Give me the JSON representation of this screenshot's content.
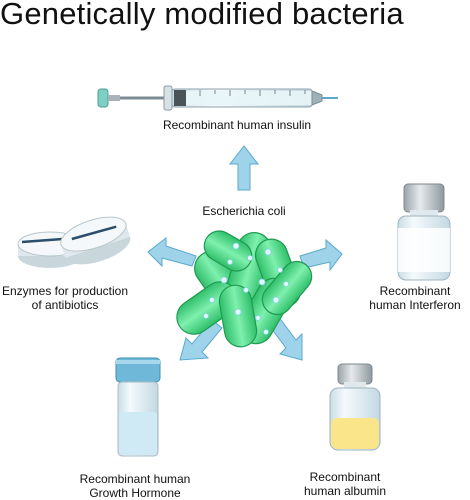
{
  "title": "Genetically modified bacteria",
  "center": {
    "label": "Escherichia coli",
    "icon": "bacteria-cluster-icon",
    "color": "#4fd68a"
  },
  "products": [
    {
      "key": "insulin",
      "lines": [
        "Recombinant human insulin"
      ],
      "icon": "syringe-icon"
    },
    {
      "key": "interferon",
      "lines": [
        "Recombinant",
        "human Interferon"
      ],
      "icon": "vial-icon"
    },
    {
      "key": "albumin",
      "lines": [
        "Recombinant",
        "human albumin"
      ],
      "icon": "vial-icon"
    },
    {
      "key": "growth",
      "lines": [
        "Recombinant human",
        "Growth Hormone"
      ],
      "icon": "test-tube-icon"
    },
    {
      "key": "antibiotics",
      "lines": [
        "Enzymes for production",
        "of antibiotics"
      ],
      "icon": "pills-icon"
    }
  ],
  "colors": {
    "arrow": "#9fd3ea",
    "arrow_stroke": "#5aa9cc",
    "glass": "#dfeef4",
    "liquid_yellow": "#fbe58a",
    "liquid_blue": "#cfe9f5",
    "cap_blue": "#6fb8d8"
  }
}
